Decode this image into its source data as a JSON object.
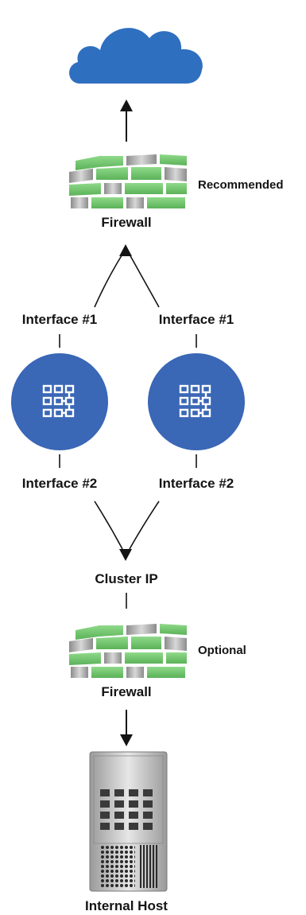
{
  "top_firewall": {
    "label": "Firewall",
    "note": "Recommended"
  },
  "nodes": [
    {
      "top_label": "Interface #1",
      "bottom_label": "Interface #2"
    },
    {
      "top_label": "Interface #1",
      "bottom_label": "Interface #2"
    }
  ],
  "cluster_ip": "Cluster IP",
  "bottom_firewall": {
    "label": "Firewall",
    "note": "Optional"
  },
  "internal_host": "Internal Host",
  "icons": {
    "internet": "cloud-icon",
    "firewall": "brick-wall-icon",
    "cluster_node": "load-balancer-icon",
    "host": "server-tower-icon"
  },
  "colors": {
    "cloud": "#2f6fc0",
    "node_circle": "#3a67b6",
    "brick_green": "#6fc06a",
    "brick_gray": "#a9a9a9",
    "line": "#141414"
  }
}
